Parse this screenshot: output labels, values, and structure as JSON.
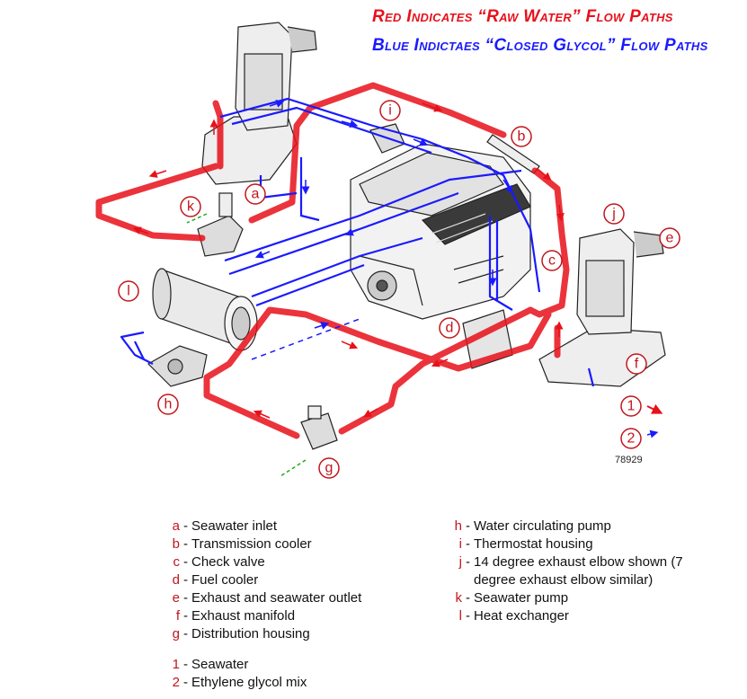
{
  "header": {
    "red_line": "Red Indicates “Raw Water” Flow Paths",
    "blue_line": "Blue Indictaes “Closed Glycol” Flow Paths"
  },
  "figure_number": "78929",
  "colors": {
    "raw_water": "#e8101a",
    "glycol": "#1a1aff",
    "callout": "#c0161c"
  },
  "callouts": [
    "a",
    "b",
    "c",
    "d",
    "e",
    "f",
    "g",
    "h",
    "i",
    "j",
    "k",
    "l"
  ],
  "flow_key": [
    {
      "num": "1"
    },
    {
      "num": "2"
    }
  ],
  "legend_left": [
    {
      "key": "a",
      "text": "Seawater inlet"
    },
    {
      "key": "b",
      "text": "Transmission cooler"
    },
    {
      "key": "c",
      "text": "Check valve"
    },
    {
      "key": "d",
      "text": "Fuel cooler"
    },
    {
      "key": "e",
      "text": "Exhaust and seawater outlet"
    },
    {
      "key": "f",
      "text": "Exhaust manifold"
    },
    {
      "key": "g",
      "text": "Distribution housing"
    }
  ],
  "legend_right": [
    {
      "key": "h",
      "text": "Water circulating pump"
    },
    {
      "key": "i",
      "text": "Thermostat housing"
    },
    {
      "key": "j",
      "text": "14 degree exhaust elbow shown (7 degree exhaust elbow similar)"
    },
    {
      "key": "k",
      "text": "Seawater pump"
    },
    {
      "key": "l",
      "text": "Heat exchanger"
    }
  ],
  "legend_numbers": [
    {
      "key": "1",
      "text": "Seawater"
    },
    {
      "key": "2",
      "text": "Ethylene glycol mix"
    }
  ]
}
